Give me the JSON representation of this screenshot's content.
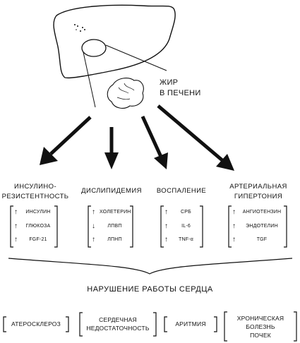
{
  "liver_label": {
    "line1": "ЖИР",
    "line2": "В ПЕЧЕНИ"
  },
  "categories": [
    {
      "line1": "ИНСУЛИНО-",
      "line2": "РЕЗИСТЕНТНОСТЬ"
    },
    {
      "line1": "ДИСЛИПИДЕМИЯ",
      "line2": ""
    },
    {
      "line1": "ВОСПАЛЕНИЕ",
      "line2": ""
    },
    {
      "line1": "АРТЕРИАЛЬНАЯ",
      "line2": "ГИПЕРТОНИЯ"
    }
  ],
  "marker_boxes": [
    {
      "items": [
        {
          "direction": "up",
          "label": "ИНСУЛИН"
        },
        {
          "direction": "up",
          "label": "ГЛЮКОЗА"
        },
        {
          "direction": "up",
          "label": "FGF-21"
        }
      ]
    },
    {
      "items": [
        {
          "direction": "up",
          "label": "ХОЛЕТЕРИН"
        },
        {
          "direction": "down",
          "label": "ЛПВП"
        },
        {
          "direction": "up",
          "label": "ЛПНП"
        }
      ]
    },
    {
      "items": [
        {
          "direction": "up",
          "label": "СРБ"
        },
        {
          "direction": "up",
          "label": "IL-6"
        },
        {
          "direction": "up",
          "label": "TNF-α"
        }
      ]
    },
    {
      "items": [
        {
          "direction": "up",
          "label": "АНГИОТЕНЗИН"
        },
        {
          "direction": "up",
          "label": "ЭНДОТЕЛИН"
        },
        {
          "direction": "up",
          "label": "TGF"
        }
      ]
    }
  ],
  "main_title": "НАРУШЕНИЕ РАБОТЫ СЕРДЦА",
  "outcomes": [
    {
      "lines": [
        "АТЕРОСКЛЕРОЗ"
      ]
    },
    {
      "lines": [
        "СЕРДЕЧНАЯ",
        "НЕДОСТАТОЧНОСТЬ"
      ]
    },
    {
      "lines": [
        "АРИТМИЯ"
      ]
    },
    {
      "lines": [
        "ХРОНИЧЕСКАЯ",
        "БОЛЕЗНЬ",
        "ПОЧЕК"
      ]
    }
  ],
  "glyphs": {
    "up": "🠕",
    "down": "🠗"
  }
}
